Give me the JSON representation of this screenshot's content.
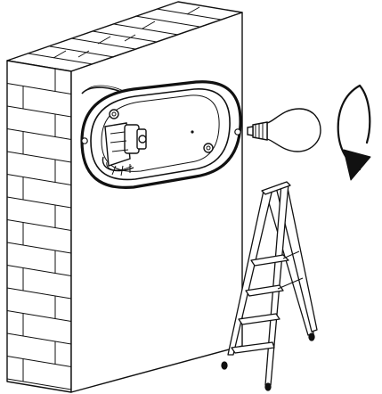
{
  "figure": {
    "kind": "installation-instruction-illustration",
    "step": "replace-bulb",
    "rotation_direction": "counterclockwise",
    "elements": [
      "brick-wall",
      "oval-wall-light-fixture",
      "bulb-socket",
      "incandescent-bulb",
      "rotation-arrow",
      "step-ladder"
    ],
    "colors": {
      "line": "#111111",
      "fill": "#ffffff"
    }
  }
}
